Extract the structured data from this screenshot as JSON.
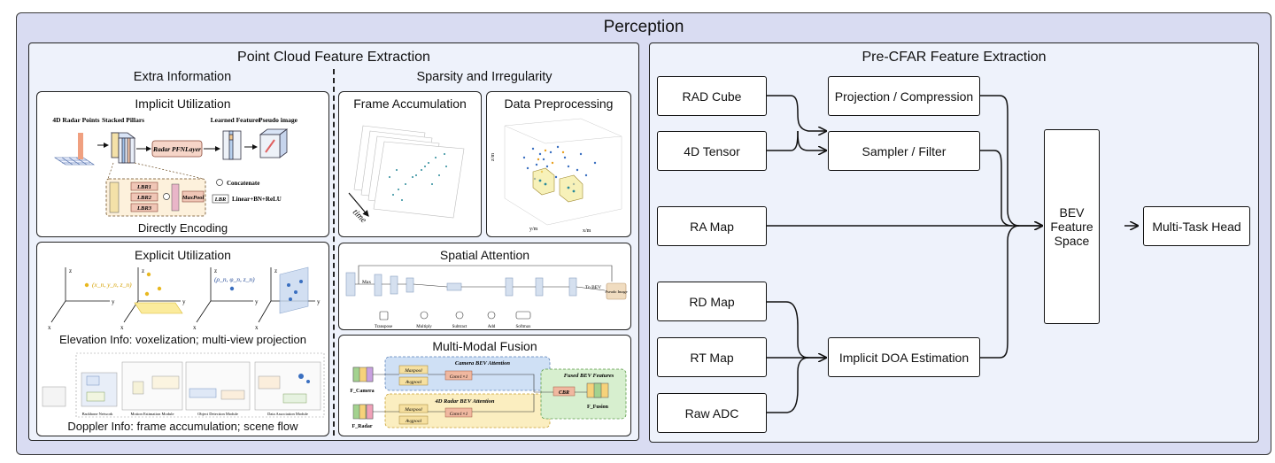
{
  "main_title": "Perception",
  "left_panel": {
    "title": "Point Cloud Feature Extraction",
    "extra_info": {
      "title": "Extra Information",
      "implicit": {
        "title": "Implicit Utilization",
        "caption": "Directly Encoding",
        "fig": {
          "radar_points": "4D Radar Points",
          "stacked_pillars": "Stacked Pillars",
          "pfn": "Radar PFNLayer",
          "learned": "Learned Features",
          "pseudo": "Pseudo image",
          "lbr1": "LBR1",
          "lbr2": "LBR2",
          "lbr3": "LBR3",
          "maxpool": "MaxPool",
          "concat": "Concatenate",
          "lbr_key": "LBR",
          "lbr_desc": "Linear+BN+ReLU"
        }
      },
      "explicit": {
        "title": "Explicit Utilization",
        "caption": "Elevation Info: voxelization; multi-view projection",
        "fig": {
          "label1": "(x_n, y_n, z_n)",
          "label2": "(ρ_n, φ_n, z_n)"
        }
      },
      "doppler": {
        "caption": "Doppler Info: frame accumulation; scene flow",
        "fig": {
          "m1": "Backbone Network",
          "m2": "Motion Estimation Module",
          "m3": "Object Detection Module",
          "m4": "Data Association Module"
        }
      }
    },
    "sparsity": {
      "title": "Sparsity and Irregularity",
      "frame_acc": {
        "title": "Frame Accumulation",
        "time_label": "time"
      },
      "preproc": {
        "title": "Data Preprocessing",
        "z_label": "z/m",
        "y_label": "y/m",
        "x_label": "x/m"
      },
      "spatial": {
        "title": "Spatial Attention",
        "fig": {
          "max": "Max",
          "to_bev": "To BEV",
          "pseudo": "Pseudo Image",
          "legend_transpose": "Transpose",
          "legend_multiply": "Multiply",
          "legend_subtract": "Subtract",
          "legend_add": "Add",
          "legend_softmax": "Softmax"
        }
      },
      "fusion": {
        "title": "Multi-Modal Fusion",
        "fig": {
          "camera_att": "Camera BEV Attention",
          "radar_att": "4D Radar BEV Attention",
          "maxpool": "Maxpool",
          "avgpool": "Avgpool",
          "conv": "Conv1×1",
          "fused": "Fused BEV Features",
          "cbr": "CBR",
          "f_camera": "F_Camera",
          "f_radar": "F_Radar",
          "f_fusion": "F_Fusion"
        }
      }
    }
  },
  "right_panel": {
    "title": "Pre-CFAR Feature Extraction",
    "inputs": [
      "RAD Cube",
      "4D Tensor",
      "RA Map",
      "RD Map",
      "RT Map",
      "Raw ADC"
    ],
    "middle": [
      "Projection / Compression",
      "Sampler / Filter",
      "Implicit DOA Estimation"
    ],
    "bev": "BEV Feature Space",
    "head": "Multi-Task Head"
  },
  "colors": {
    "outer_bg": "#d9dcf2",
    "panel_bg": "#eef2fb",
    "point_teal": "#2a8a9a",
    "point_blue": "#3a6fc0",
    "yellow": "#f2d24a",
    "pink": "#f2c4c4",
    "camera_blue": "#cfe0f5",
    "radar_yellow": "#fbeec0",
    "fused_green": "#d7efcf"
  }
}
